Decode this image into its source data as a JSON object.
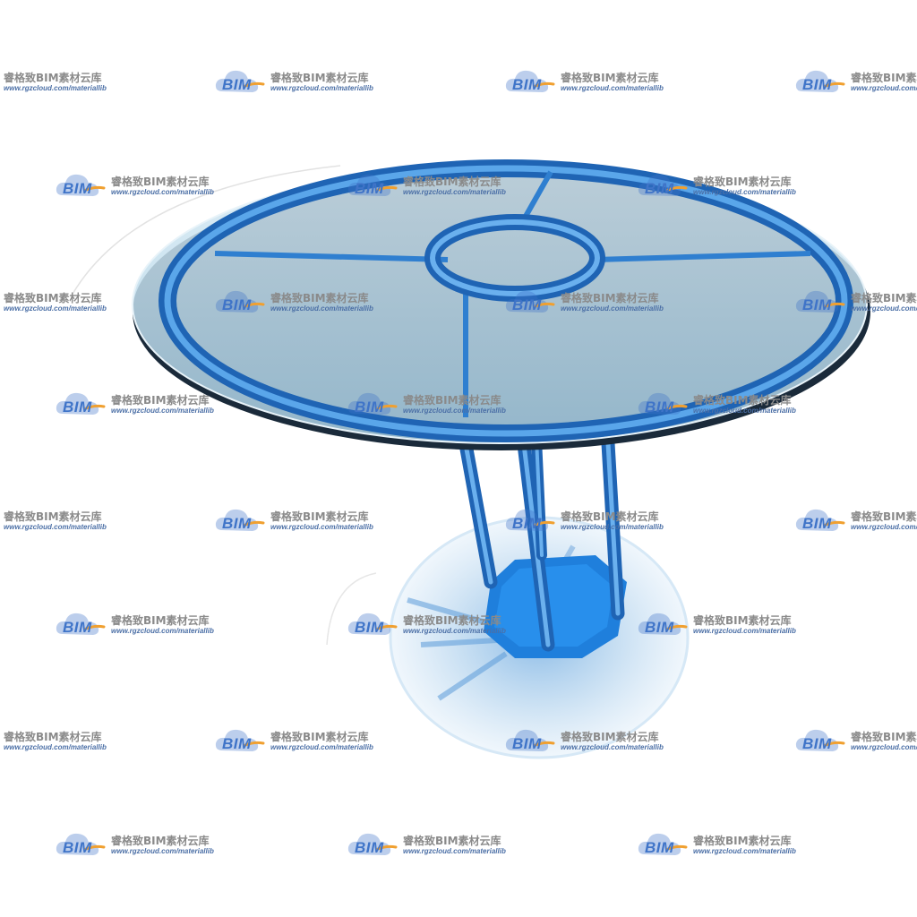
{
  "subject": "round-glass-table-with-blue-metal-frame",
  "colors": {
    "frame_blue": "#2f7fd0",
    "frame_dark": "#1e5fb0",
    "glass_tint": "#b9d9ec",
    "glass_edge": "#1a2a3a",
    "watermark_gray": "#8a8a8a",
    "watermark_blue": "#3f74c8",
    "watermark_orange": "#f0a030"
  },
  "watermark": {
    "logo_text": "BIM",
    "title": "睿格致BIM素材云库",
    "url": "www.rgzcloud.com/materiallib"
  }
}
